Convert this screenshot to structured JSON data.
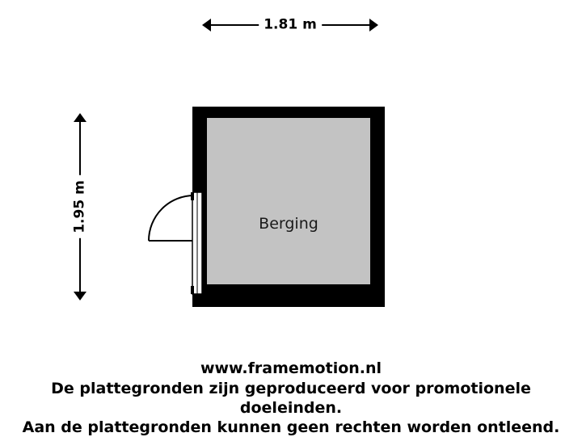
{
  "plan": {
    "room_label": "Berging",
    "width_dimension": "1.81 m",
    "height_dimension": "1.95 m",
    "wall_color": "#000000",
    "floor_color": "#c3c3c3",
    "background_color": "#ffffff"
  },
  "footer": {
    "website": "www.framemotion.nl",
    "disclaimer_line1": "De plattegronden zijn geproduceerd voor promotionele doeleinden.",
    "disclaimer_line2": "Aan de plattegronden kunnen geen rechten worden ontleend."
  }
}
